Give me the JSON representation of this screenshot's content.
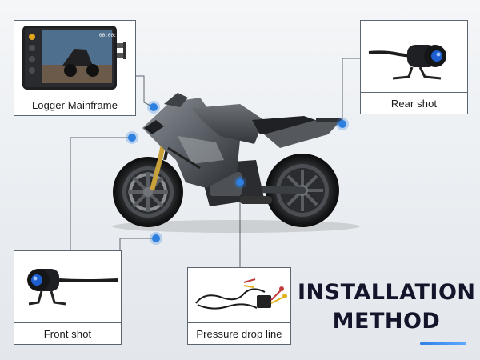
{
  "callouts": {
    "logger": {
      "label": "Logger Mainframe",
      "screen_text": "00:00:00"
    },
    "rear": {
      "label": "Rear shot"
    },
    "front": {
      "label": "Front shot"
    },
    "pressure": {
      "label": "Pressure drop line"
    }
  },
  "heading": {
    "line1": "INSTALLATION",
    "line2": "METHOD"
  },
  "colors": {
    "accent": "#2d7fe0",
    "border": "#5b6670",
    "heading": "#14142b"
  }
}
